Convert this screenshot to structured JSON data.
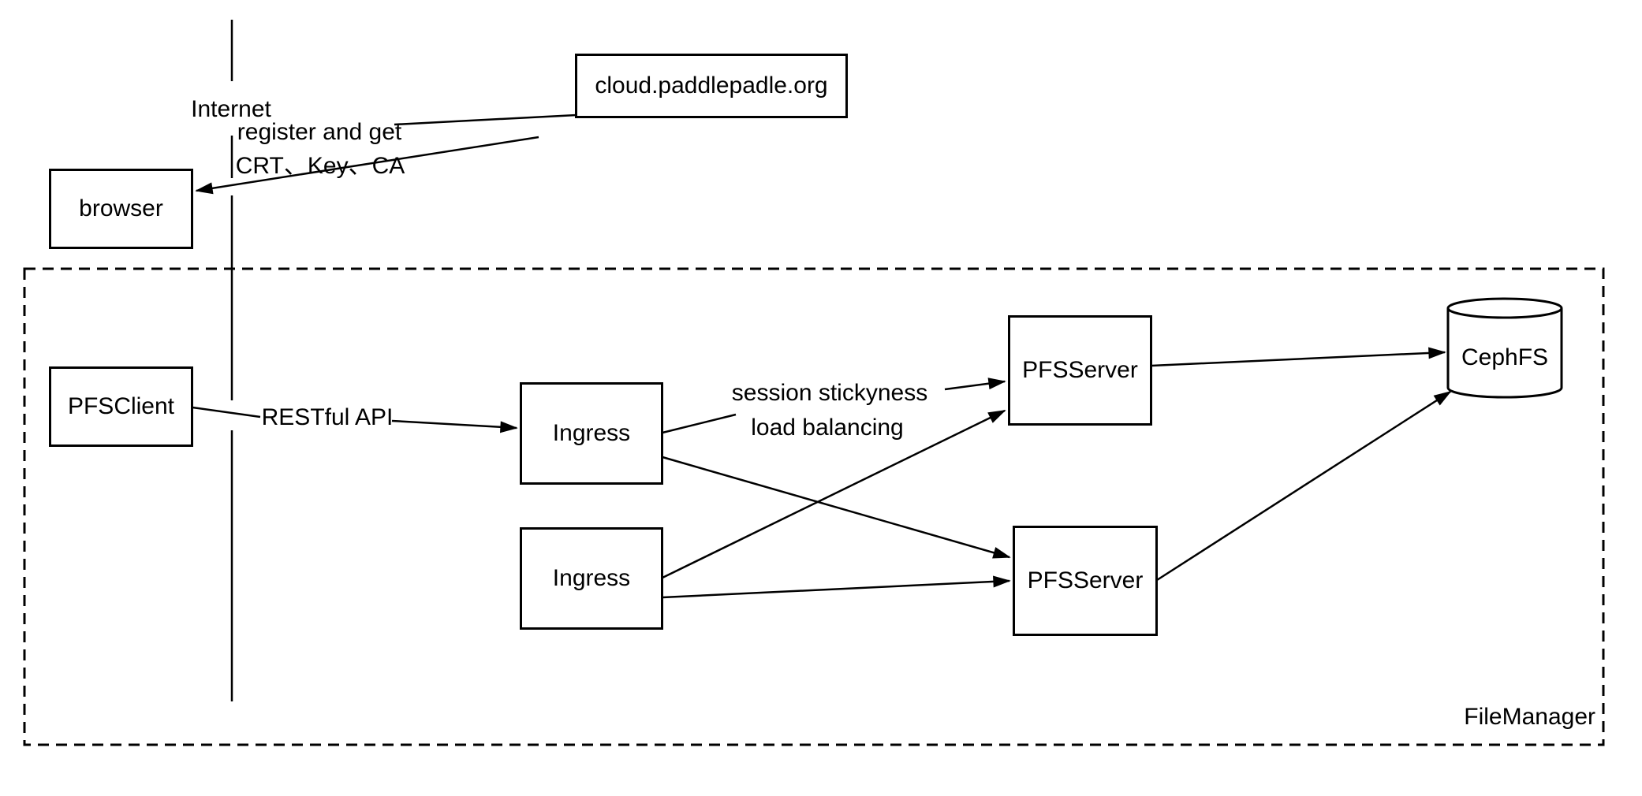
{
  "diagram": {
    "title_domain": "cloud.paddlepadle.org",
    "nodes": {
      "cloud": "cloud.paddlepadle.org",
      "browser": "browser",
      "pfsclient": "PFSClient",
      "ingress_top": "Ingress",
      "ingress_bottom": "Ingress",
      "pfsserver_top": "PFSServer",
      "pfsserver_bottom": "PFSServer",
      "cephfs": "CephFS"
    },
    "labels": {
      "internet": "Internet",
      "register_line1": "register and get",
      "register_line2": "CRT、Key、CA",
      "restful_api": "RESTful API",
      "session_line1": "session stickyness",
      "session_line2": "load balancing",
      "filemanager": "FileManager"
    },
    "colors": {
      "line": "#000000",
      "background": "#ffffff"
    }
  }
}
